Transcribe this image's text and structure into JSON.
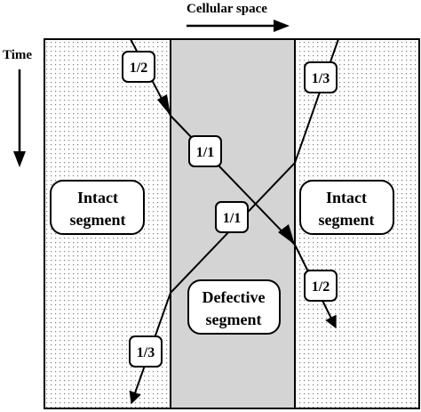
{
  "header": {
    "cellular_space": "Cellular space",
    "time": "Time"
  },
  "segments": {
    "intact_left": [
      "Intact",
      "segment"
    ],
    "defective": [
      "Defective",
      "segment"
    ],
    "intact_right": [
      "Intact",
      "segment"
    ]
  },
  "speed_labels": {
    "top_left": "1/2",
    "top_right": "1/3",
    "center_upper": "1/1",
    "center_lower": "1/1",
    "bottom_right": "1/2",
    "bottom_left": "1/3"
  },
  "colors": {
    "defective_fill": "#d4d4d4",
    "intact_fill": "#ffffff",
    "dot_color": "#7a7a7a",
    "line_color": "#000000"
  }
}
